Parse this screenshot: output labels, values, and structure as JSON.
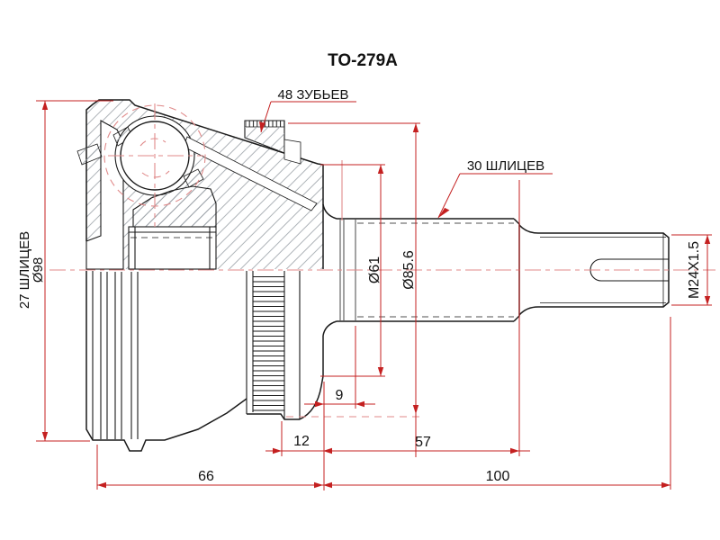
{
  "part": {
    "title": "TO-279A"
  },
  "callouts": {
    "teeth_count": "48 ЗУБЬЕВ",
    "outer_splines": "30 ШЛИЦЕВ",
    "inner_splines": "27 ШЛИЦЕВ",
    "body_diameter": "Ø98",
    "face_diameter": "Ø61",
    "abs_ring_diameter": "Ø85.6",
    "thread_spec": "M24X1.5"
  },
  "dimensions": {
    "face_to_spline": "9",
    "ring_offset": "12",
    "spline_length": "57",
    "bell_length": "66",
    "shaft_length": "100"
  },
  "colors": {
    "outline": "#1a1a1a",
    "dimension_red": "#c42020",
    "centerline_pink": "#e08a8a",
    "hatch_gray": "#9aa0a6",
    "background": "#ffffff"
  }
}
